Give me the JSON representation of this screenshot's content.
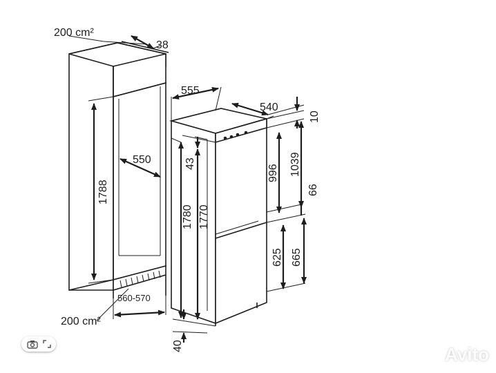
{
  "diagram": {
    "niche": {
      "top_vent_area": "200 cm²",
      "top_depth": "38",
      "height": "1788",
      "depth": "550",
      "width": "560-570",
      "bottom_vent_area": "200 cm²"
    },
    "appliance": {
      "width": "555",
      "depth": "540",
      "top_gap": "10",
      "door_offset": "43",
      "total_height": "1780",
      "door_height": "1770",
      "upper_door": "996",
      "upper_total": "1039",
      "gap": "66",
      "lower_door": "625",
      "lower_total": "665",
      "bottom_gap": "40"
    }
  },
  "watermark": {
    "brand": "Avito"
  },
  "overlay": {
    "buttons": [
      "camera-icon",
      "expand-icon"
    ]
  }
}
